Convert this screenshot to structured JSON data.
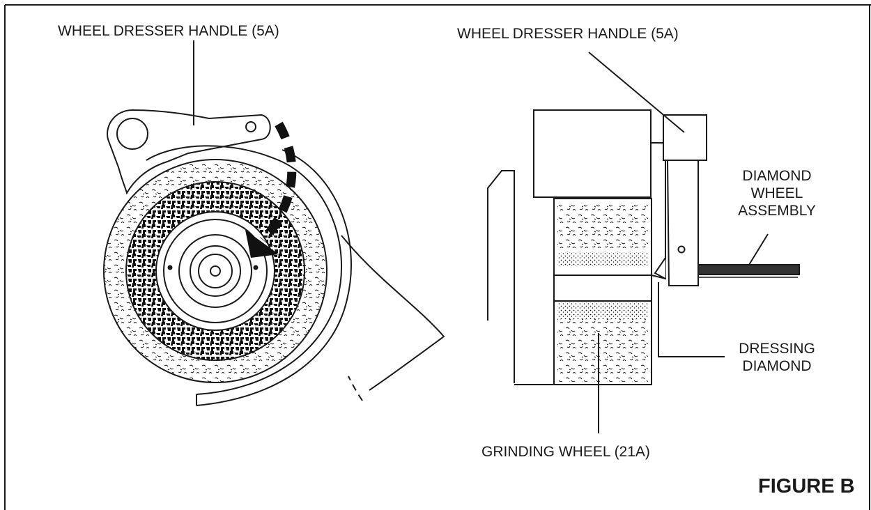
{
  "labels": {
    "handle_left": "WHEEL DRESSER HANDLE (5A)",
    "handle_right": "WHEEL DRESSER HANDLE (5A)",
    "diamond_wheel_assembly": [
      "DIAMOND",
      "WHEEL",
      "ASSEMBLY"
    ],
    "dressing_diamond": [
      "DRESSING",
      "DIAMOND"
    ],
    "grinding_wheel": "GRINDING WHEEL (21A)"
  },
  "figure_title": "FIGURE B",
  "colors": {
    "ink": "#1a1a1a",
    "background": "#ffffff"
  }
}
